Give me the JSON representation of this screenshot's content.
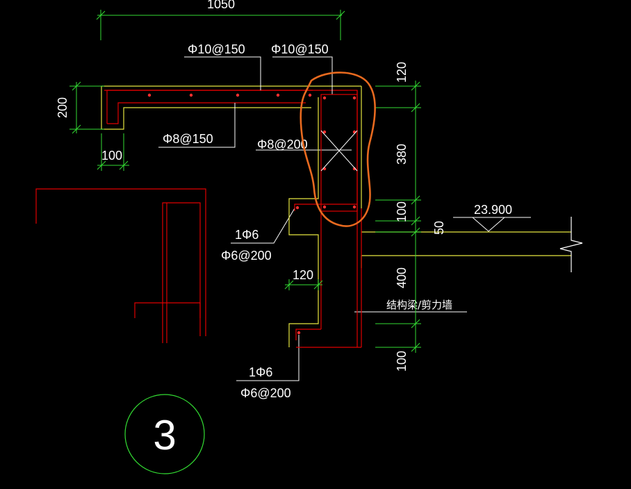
{
  "colors": {
    "background": "#000000",
    "concrete_outline": "#e6e640",
    "rebar": "#e00000",
    "rebar_dot": "#ff3030",
    "dimension": "#33dd33",
    "leader": "#ffffff",
    "highlight": "#e86a1f",
    "detail_circle": "#33dd33"
  },
  "dimensions": {
    "total_width": "1050",
    "slab_thickness": "200",
    "lip_width": "100",
    "beam_top": "120",
    "beam_depth": "380",
    "beam_bottom": "100",
    "gap": "50",
    "wall_height": "400",
    "lower_lip": "100",
    "step_width": "120"
  },
  "rebar_labels": {
    "slab_top": "Φ10@150",
    "beam_top": "Φ10@150",
    "slab_dist": "Φ8@150",
    "beam_stirrup": "Φ8@200",
    "upper_ledge_bar": "1Φ6",
    "upper_ledge_stirrup": "Φ6@200",
    "lower_ledge_bar": "1Φ6",
    "lower_ledge_stirrup": "Φ6@200"
  },
  "elevation": "23.900",
  "structure_label": "结构梁/剪力墙",
  "detail_number": "3"
}
